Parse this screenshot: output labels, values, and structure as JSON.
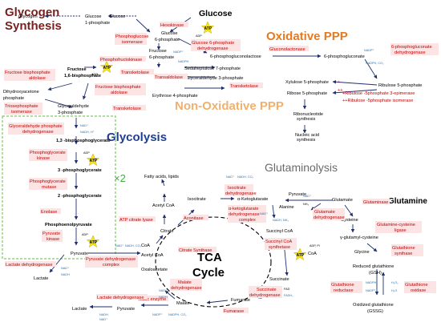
{
  "colors": {
    "enzyme": "#c00000",
    "enzyme_bg": "#fde4e4",
    "arrow": "#1f2f6f",
    "glycolysis_title": "#1f3f8f",
    "oxidative_title": "#e67a1e",
    "nonox_title": "#f0b070",
    "synthesis_title": "#7a1f1f",
    "glutaminolysis_title": "#6a6a6a",
    "atp": "#f6e61a",
    "cofactor": "#1f6fb5",
    "box": "#5fbf3f"
  },
  "titles": {
    "glycogen_1": "Glycogen",
    "glycogen_2": "Synthesis",
    "oxidative": "Oxidative PPP",
    "nonoxidative": "Non-Oxidative PPP",
    "glycolysis": "Glycolysis",
    "glutaminolysis": "Glutaminolysis",
    "tca_1": "TCA",
    "tca_2": "Cycle",
    "x2": "×2"
  },
  "metabolites": {
    "glucose_main": "Glucose",
    "glucose_small": "Glucose",
    "glycogen": "Glycogen",
    "glucose_1p_a": "Glucose",
    "glucose_1p_b": "1-phosphate",
    "glucose_6p_a": "Glucose",
    "glucose_6p_b": "6-phosphate",
    "fructose_6p_a": "Fructose",
    "fructose_6p_b": "6-phosphate",
    "fructose_16bp_a": "Fructose",
    "fructose_16bp_b": "1,6-bisphosphate",
    "dhap_a": "Dihydroxyacetone",
    "dhap_b": "phosphate",
    "g3p_a": "Glyceraldehyde",
    "g3p_b": "3-phosphate",
    "bpg13": "1,3 -bisphosphoglycerate",
    "pg3": "3 -phosphoglycerate",
    "pg2": "2 -phosphoglycerate",
    "pep_a": "Phosphoenolpyruvate",
    "pyruvate": "Pyruvate",
    "lactate": "Lactate",
    "pgl6": "6-phosphogluconolactose",
    "pg6": "6-phosphogluconate",
    "sedo7p": "Sedaheptulose 7-phosphate",
    "gald3p": "Glyceraldehyde 3-phosphate",
    "erythrose4p": "Erythrose 4-phosphate",
    "xylulose5p": "Xylulose 5-phosphate",
    "ribose5p": "Ribose 5-phosphate",
    "ribulose5p": "Ribulose 5-phosphate",
    "ribonuc_a": "Ribonucleotide",
    "ribonuc_b": "synthesis",
    "nucleic_a": "Nucleic acid",
    "nucleic_b": "synthesis",
    "fatty_acids": "Fatty acids, lipids",
    "acetyl_coa_top": "Acetyl CoA",
    "acetyl_coa_mid": "Acetyl CoA",
    "coa_left": "CoA",
    "pyruvate_tca": "Pyruvate",
    "citrate": "Citrate",
    "isocitrate": "Isocitrate",
    "aketoglutarate": "α-Ketoglutarate",
    "succinyl_coa": "Succinyl CoA",
    "succinate": "Succinate",
    "fumarate": "Fumarate",
    "malate": "Malate",
    "oxaloacetate": "Oxaloacetate",
    "pyruvate_bottom": "Pyruvate",
    "lactate_bottom": "Lactate",
    "glutamine": "Glutamine",
    "glutamate": "Glutamate",
    "pyruvate_glut": "Pyruvate",
    "alanine": "Alanine",
    "cysteine": "Cysteine",
    "gglutamyl": "γ-glutamyl-cysteine",
    "glycine": "Glycine",
    "gsh_a": "Reduced glutathione",
    "gsh_b": "(GSH)",
    "gssg_a": "Oxidized glutathione",
    "gssg_b": "(GSSG)",
    "coa_succ": "CoA"
  },
  "enzymes": {
    "hexokinase": "Hexokinase",
    "phosphoglucose_1": "Phosphoglucose",
    "phosphoglucose_2": "isomerase",
    "g6pdh_1": "Glucose 6-phosphate",
    "g6pdh_2": "dehydrogenase",
    "gluconolactonase": "Gluconolactonase",
    "pgdh_1": "6-phosphogluconate",
    "pgdh_2": "dehydrogenase",
    "pfk": "Phosphofructokinase",
    "fbpase_1": "Fructose bisphosphate",
    "fbpase_2": "aldolase",
    "transketolase_1": "Transketolase",
    "transaldolase": "Transaldolase",
    "transketolase_2": "Transketolase",
    "transketolase_3": "Transketolase",
    "aldolase_1": "Fructose bisphosphate",
    "aldolase_2": "aldolase",
    "tpi_1": "Triosephosphate",
    "tpi_2": "isomerase",
    "ribulose_epim": "+Ribulose -5phosphate 3-epimerase",
    "ribulose_isom": "++Ribulose -5phosphate isomerase",
    "gapdh_1": "Glyceraldehyde phosphate",
    "gapdh_2": "dehydrogenase",
    "pgk_1": "Phosphoglycerate",
    "pgk_2": "kinase",
    "pgm_1": "Phosphoglycerate",
    "pgm_2": "mutase",
    "enolase": "Enolase",
    "pk_1": "Pyruvate",
    "pk_2": "kinase",
    "ldh_left": "Lactate dehydrogenase",
    "pdh_1": "Pyruvate dehydrogenase",
    "pdh_2": "complex",
    "acly": "ATP citrate lyase",
    "aconitase": "Aconitase",
    "citrate_synthase": "Citrate Synthase",
    "idh_1": "Isocitrate",
    "idh_2": "dehydrogenase",
    "akgdh_1": "α-ketoglutarate",
    "akgdh_2": "dehydrogenase",
    "akgdh_3": "complex",
    "gdh_1": "Glutamate",
    "gdh_2": "dehydrogenase",
    "scs_1": "Succinyl CoA",
    "scs_2": "synthetase",
    "sdh_1": "Succinate",
    "sdh_2": "dehydrogenase",
    "mdh_1": "Malate",
    "mdh_2": "dehydrogenase",
    "fumarase": "Fumarase",
    "malic": "Malic enzyme",
    "ldh_bottom": "Lactate dehydrogenase",
    "glutaminase": "Glutaminase",
    "gcl_1": "Glutamine-cysteine",
    "gcl_2": "ligase",
    "gs_1": "Glutathione",
    "gs_2": "synthase",
    "gr_1": "Glutathione",
    "gr_2": "reductase",
    "gpx_1": "Glutathione",
    "gpx_2": "oxidase"
  },
  "cofactors": {
    "atp": "ATP",
    "adp": "ADP",
    "nadp": "NADP⁺",
    "nadph": "NADPH",
    "nadph_co2": "NADPH, CO₂",
    "nad": "NAD⁺",
    "nadh_h": "NADH, H⁺",
    "nadh": "NADH",
    "nadh_co2": "NADH, CO₂",
    "nh3": "NH₃",
    "nadh_nh3": "NADH, NH₃",
    "adp_pi": "ADP, Pi",
    "fad": "FAD",
    "fadh2": "FADH₂",
    "h2o2": "H₂O₂",
    "h2o": "H₂O",
    "co2": "CO₂",
    "plus1": "+",
    "plus2": "++"
  }
}
